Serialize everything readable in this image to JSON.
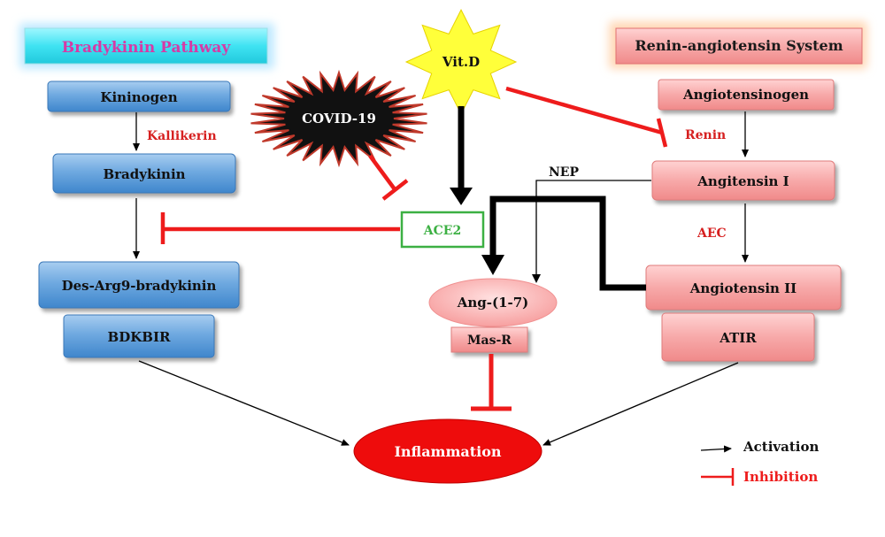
{
  "headers": {
    "left": "Bradykinin Pathway",
    "right": "Renin-angiotensin System"
  },
  "left_nodes": {
    "kininogen": "Kininogen",
    "bradykinin": "Bradykinin",
    "des_arg9": "Des-Arg9-bradykinin",
    "bdkbir": "BDKBIR"
  },
  "right_nodes": {
    "angiotensinogen": "Angiotensinogen",
    "angiotensin_i": "Angitensin I",
    "angiotensin_ii": "Angiotensin II",
    "at1r": "ATIR"
  },
  "center_nodes": {
    "covid": "COVID-19",
    "vitd": "Vit.D",
    "ace2": "ACE2",
    "ang17": "Ang-(1-7)",
    "masr": "Mas-R",
    "inflammation": "Inflammation"
  },
  "labels": {
    "kallikerin": "Kallikerin",
    "renin": "Renin",
    "nep": "NEP",
    "aec": "AEC"
  },
  "legend": {
    "activation": "Activation",
    "inhibition": "Inhibition"
  },
  "colors": {
    "blue_box": "#5b9bd5",
    "pink_box": "#f4a6a6",
    "inhibit_red": "#ee1c1c",
    "red_text": "#d62020",
    "ace2_green": "#3cb043",
    "vitd_yellow": "#ffff3a",
    "covid_black": "#111111",
    "header_cyan": "#33e0f0",
    "header_magenta": "#d63aa6",
    "inflammation_red": "#ee0c0c"
  }
}
